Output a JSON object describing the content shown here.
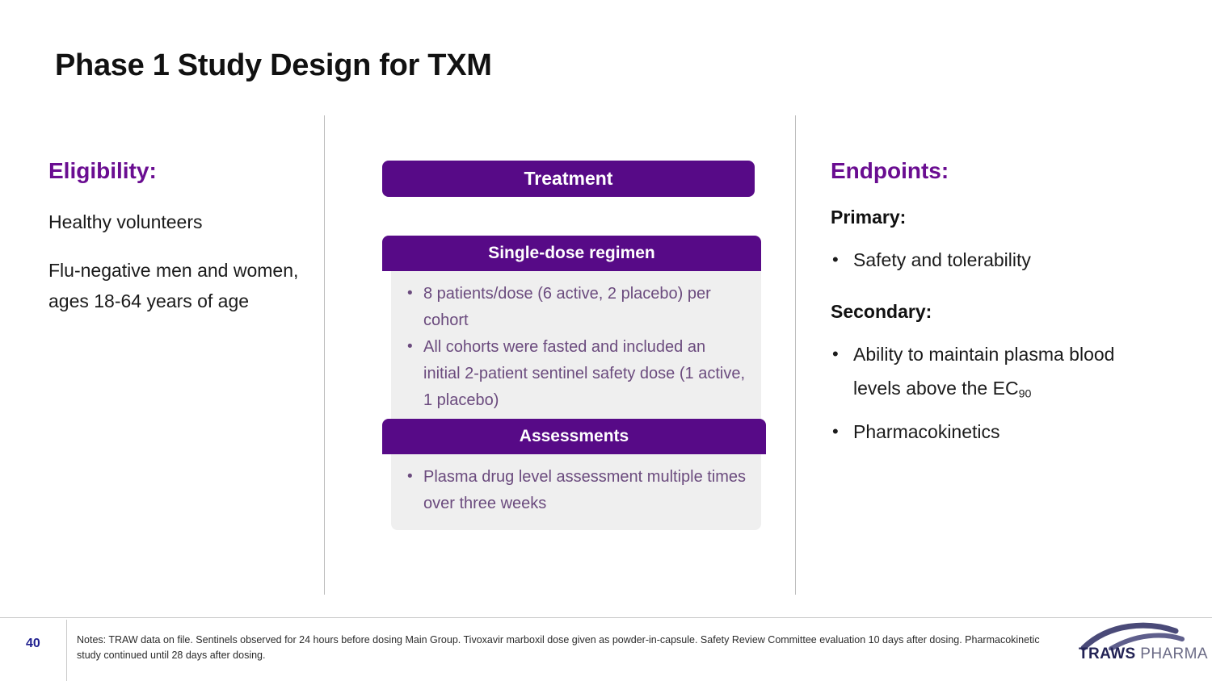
{
  "title": "Phase 1 Study Design for TXM",
  "colors": {
    "purple": "#570A87",
    "heading_purple": "#6A0D91",
    "body_purple": "#6B4B7E",
    "panel_bg": "#EFEFEF",
    "page_number": "#1f1f8f",
    "logo_dark": "#232355",
    "logo_light": "#6b6b86"
  },
  "eligibility": {
    "heading": "Eligibility:",
    "paragraphs": [
      "Healthy volunteers",
      "Flu-negative men and women, ages 18-64 years of age"
    ]
  },
  "treatment": {
    "header": "Treatment",
    "panels": [
      {
        "header": "Single-dose regimen",
        "bullets": [
          "8 patients/dose (6 active, 2 placebo) per cohort",
          "All cohorts were fasted and included an initial 2-patient sentinel safety dose (1 active, 1 placebo)"
        ]
      },
      {
        "header": "Assessments",
        "bullets": [
          "Plasma drug level assessment multiple times over three weeks"
        ]
      }
    ]
  },
  "endpoints": {
    "heading": "Endpoints:",
    "primary_label": "Primary:",
    "primary_bullets": [
      "Safety and tolerability"
    ],
    "secondary_label": "Secondary:",
    "secondary_bullets": [
      {
        "text_before": "Ability to maintain plasma blood levels above the EC",
        "subscript": "90",
        "text_after": ""
      },
      {
        "text_before": "Pharmacokinetics",
        "subscript": "",
        "text_after": ""
      }
    ]
  },
  "footer": {
    "page_number": "40",
    "notes": "Notes: TRAW data on file. Sentinels observed for 24 hours before dosing Main Group. Tivoxavir marboxil dose given as powder-in-capsule. Safety Review Committee evaluation 10 days after dosing. Pharmacokinetic study continued until 28 days after dosing."
  },
  "logo": {
    "name_bold": "TRAWS",
    "name_light": "PHARMA"
  }
}
